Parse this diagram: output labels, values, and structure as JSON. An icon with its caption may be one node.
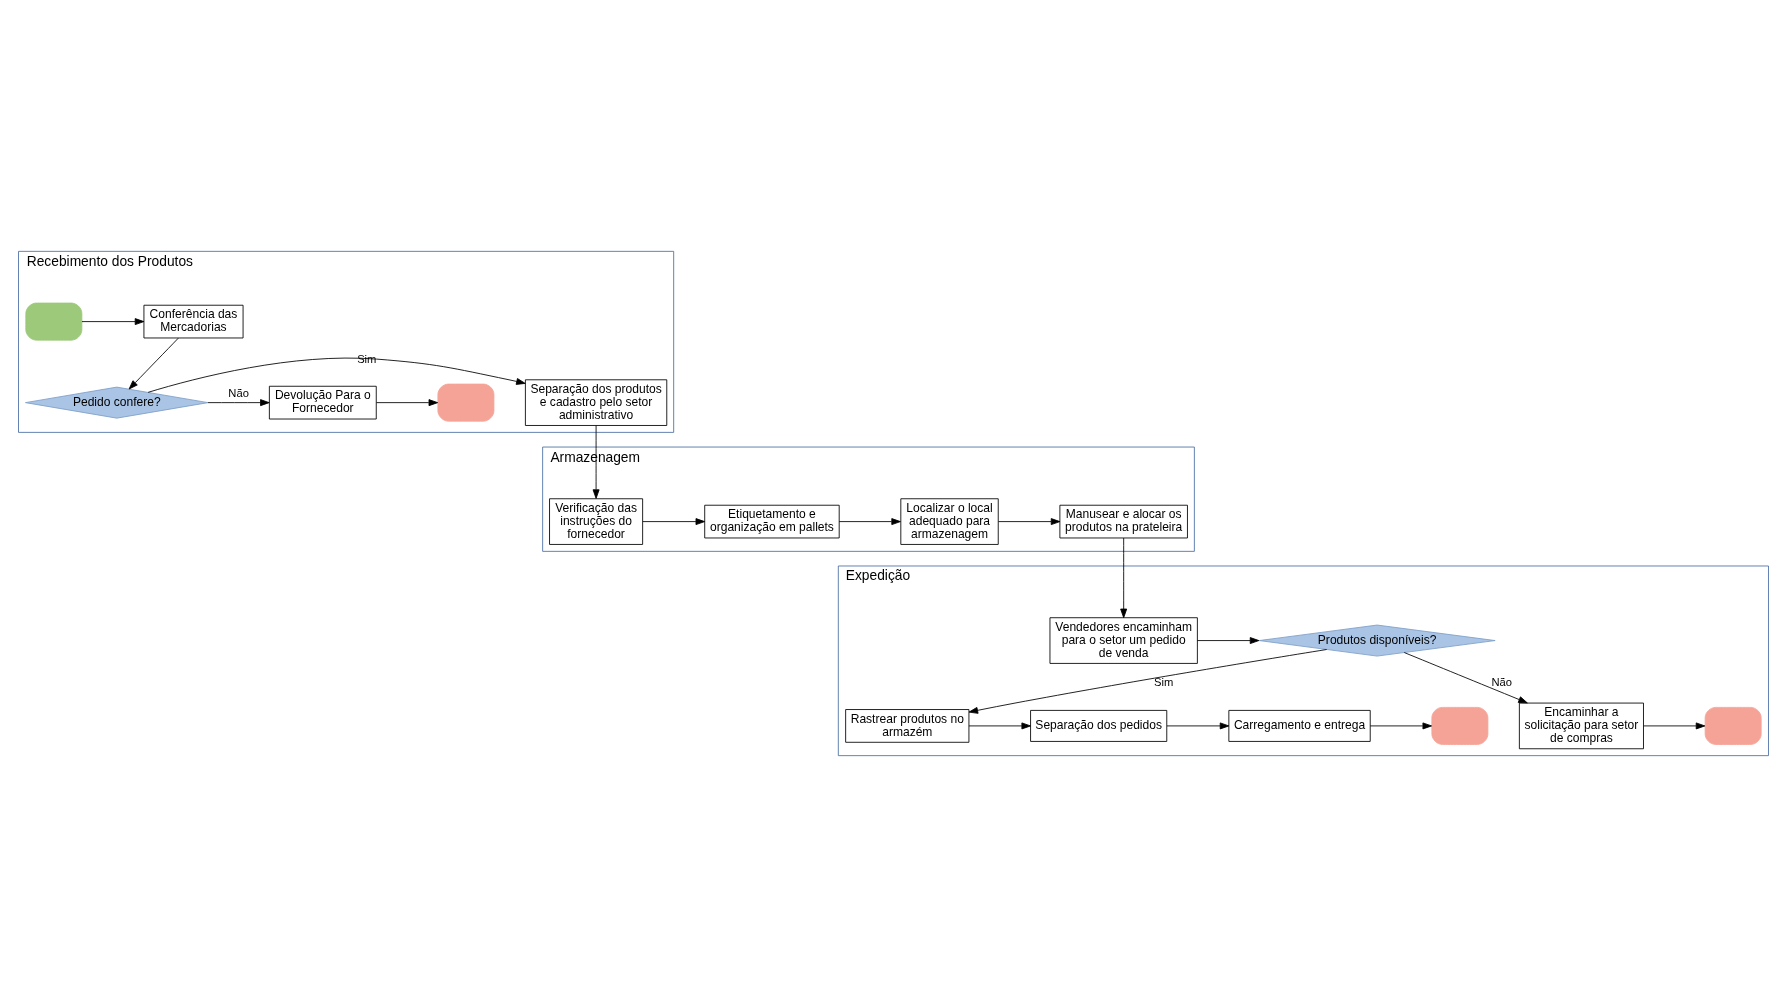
{
  "diagram": {
    "nodes": [
      {
        "text": [
          "Recebimento dos Produtos"
        ]
      },
      {
        "text": [],
        "shape": "box",
        "in": 0
      },
      {
        "text": [
          "Conferência das Mercadorias"
        ],
        "in": 0
      },
      {
        "text": [
          "Pedido confere?"
        ],
        "in": 0
      },
      {
        "text": [
          "Separação dos produtos e cadastro pelo setor administrativo"
        ],
        "in": 0
      },
      {
        "text": [
          "Devolução Para o Fornecedor"
        ],
        "in": 0
      },
      {
        "text": [],
        "shape": "box",
        "in": 0
      },
      {
        "text": [
          "Armazenagem"
        ]
      },
      {
        "text": [
          "Verificação das instruções do fornecedor"
        ],
        "in": 7
      },
      {
        "text": [
          "Etiquetamento e organização em pallets"
        ],
        "in": 7
      },
      {
        "text": [
          "Localizar o local adequado para armazenagem"
        ],
        "in": 7
      },
      {
        "text": [
          "Manusear e alocar os produtos na prateleira"
        ],
        "in": 7
      },
      {
        "text": [
          "Expedição"
        ]
      },
      {
        "text": [],
        "shape": "box",
        "in": 12
      },
      {
        "text": [
          "Carregamento e entrega"
        ],
        "in": 12
      },
      {
        "text": [
          "Separação dos pedidos"
        ],
        "in": 12
      },
      {
        "text": [
          "Rastrear produtos no armazém"
        ],
        "in": 12
      },
      {
        "text": [
          "Produtos disponíveis?"
        ],
        "in": 12
      },
      {
        "text": [
          "Vendedores encaminham para o setor um pedido de venda"
        ],
        "in": 12
      },
      {
        "text": [],
        "shape": "box",
        "in": 12
      },
      {
        "text": [
          "Encaminhar a solicitação para setor de compras"
        ],
        "in": 12
      }
    ],
    "edges": [
      {
        "from": 1,
        "to": 2,
        "arrow": "to"
      },
      {
        "from": 2,
        "to": 3,
        "arrow": "to"
      },
      {
        "from": 3,
        "to": 4,
        "arrow": "to",
        "label": "Sim"
      },
      {
        "from": 3,
        "to": 5,
        "arrow": "to",
        "label": "Não"
      },
      {
        "from": 5,
        "to": 6,
        "arrow": "to"
      },
      {
        "from": 4,
        "to": 8,
        "arrow": "to"
      },
      {
        "from": 8,
        "to": 9,
        "arrow": "to"
      },
      {
        "from": 9,
        "to": 10,
        "arrow": "to"
      },
      {
        "from": 10,
        "to": 11,
        "arrow": "to"
      },
      {
        "from": 11,
        "to": 18,
        "arrow": "to"
      },
      {
        "from": 18,
        "to": 17,
        "arrow": "to"
      },
      {
        "from": 17,
        "to": 16,
        "arrow": "to",
        "label": "Sim"
      },
      {
        "from": 17,
        "to": 20,
        "arrow": "to",
        "label": "Não"
      },
      {
        "from": 20,
        "to": 19,
        "arrow": "to"
      },
      {
        "from": 16,
        "to": 15,
        "arrow": "to"
      },
      {
        "from": 15,
        "to": 14,
        "arrow": "to"
      },
      {
        "from": 14,
        "to": 13,
        "arrow": "to"
      }
    ]
  }
}
